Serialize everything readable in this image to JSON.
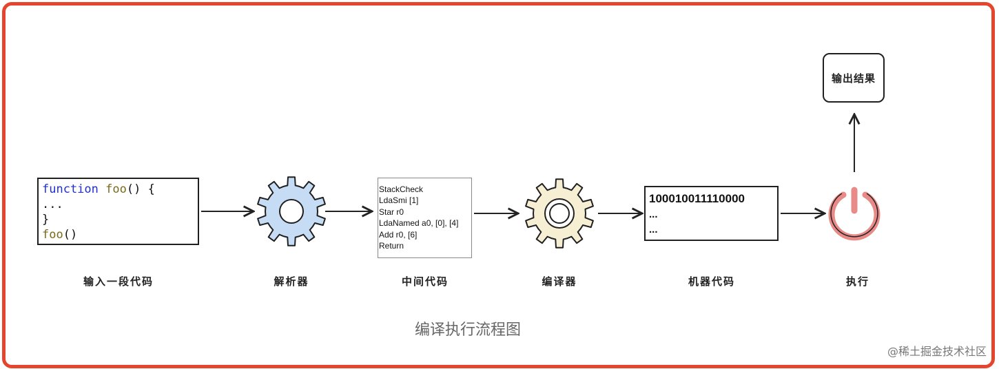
{
  "code_input": {
    "lines": [
      [
        {
          "t": "function",
          "k": "kw"
        },
        {
          "t": " ",
          "k": ""
        },
        {
          "t": "foo",
          "k": "fn"
        },
        {
          "t": "() {",
          "k": ""
        }
      ],
      [
        {
          "t": "...",
          "k": ""
        }
      ],
      [
        {
          "t": "}",
          "k": ""
        }
      ],
      [
        {
          "t": "foo",
          "k": "fn"
        },
        {
          "t": "()",
          "k": ""
        }
      ]
    ]
  },
  "bytecode": [
    "StackCheck",
    "LdaSmi [1]",
    "Star r0",
    "LdaNamed a0, [0], [4]",
    "Add r0, [6]",
    "Return"
  ],
  "machine_code": [
    "100010011110000",
    "...",
    "..."
  ],
  "result_label": "输出结果",
  "labels": {
    "input": "输入一段代码",
    "parser": "解析器",
    "intermediate": "中间代码",
    "compiler": "编译器",
    "machine": "机器代码",
    "execute": "执行"
  },
  "caption": "编译执行流程图",
  "watermark": "@稀土掘金技术社区",
  "colors": {
    "frame": "#e5452d",
    "parser_gear": "#c6dcf5",
    "compiler_gear": "#f7efd4",
    "power_icon": "#e88a88",
    "keyword": "#1f2fd6",
    "function_name": "#7a6a19"
  }
}
